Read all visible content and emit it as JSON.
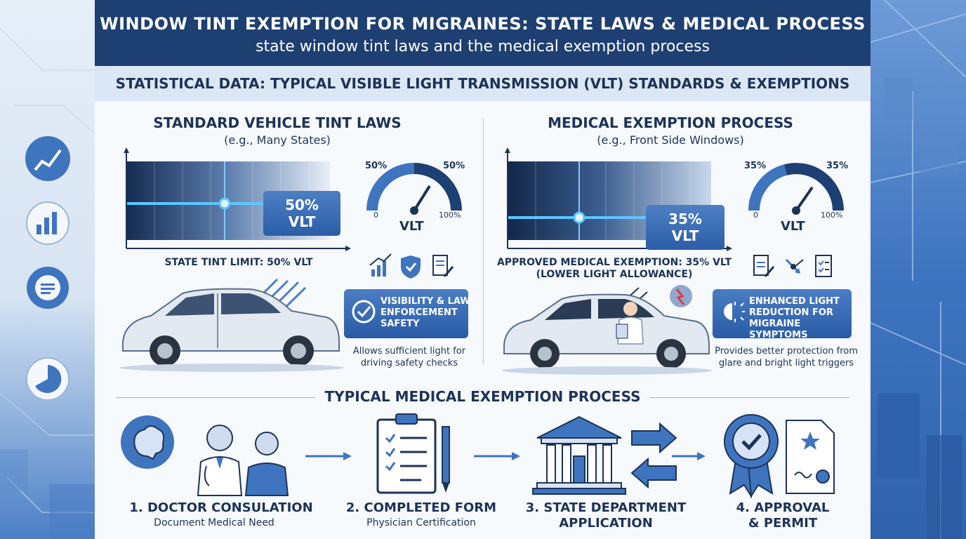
{
  "header": {
    "title": "WINDOW TINT EXEMPTION FOR MIGRAINES: STATE LAWS & MEDICAL PROCESS",
    "subtitle": "state window tint laws and the medical exemption process"
  },
  "strip": {
    "text": "STATISTICAL DATA: TYPICAL VISIBLE LIGHT TRANSMISSION (VLT) STANDARDS & EXEMPTIONS"
  },
  "standard": {
    "title": "STANDARD VEHICLE TINT LAWS",
    "subtitle": "(e.g., Many States)",
    "vlt_label": "50% VLT",
    "vlt_value": 50,
    "axis_caption": "STATE TINT LIMIT: 50% VLT",
    "gauge": {
      "top_left": "50%",
      "top_right": "50%",
      "min": "0",
      "max": "100%",
      "label": "VLT",
      "value": 50
    },
    "callout": "VISIBILITY & LAW ENFORCEMENT SAFETY",
    "note_line1": "Allows sufficient light for",
    "note_line2": "driving safety checks"
  },
  "medical": {
    "title": "MEDICAL EXEMPTION PROCESS",
    "subtitle": "(e.g., Front Side Windows)",
    "vlt_label": "35% VLT",
    "vlt_value": 35,
    "axis_caption_line1": "APPROVED MEDICAL EXEMPTION: 35% VLT",
    "axis_caption_line2": "(LOWER LIGHT ALLOWANCE)",
    "gauge": {
      "top_left": "35%",
      "top_right": "35%",
      "min": "0",
      "max": "100%",
      "label": "VLT",
      "value": 35
    },
    "callout": "ENHANCED LIGHT REDUCTION FOR MIGRAINE SYMPTOMS",
    "note_line1": "Provides better protection from",
    "note_line2": "glare and bright light triggers"
  },
  "process": {
    "title": "TYPICAL MEDICAL EXEMPTION PROCESS",
    "steps": [
      {
        "title": "1. DOCTOR CONSULATION",
        "sub": "Document Medical Need"
      },
      {
        "title": "2. COMPLETED FORM",
        "sub": "Physician Certification"
      },
      {
        "title_line1": "3. STATE DEPARTMENT",
        "title_line2": "APPLICATION"
      },
      {
        "title_line1": "4. APPROVAL",
        "title_line2": "& PERMIT"
      }
    ]
  },
  "colors": {
    "navy": "#1d3f72",
    "accent": "#2c5ea8",
    "text": "#1c3358",
    "glow": "#5cc6ff"
  }
}
